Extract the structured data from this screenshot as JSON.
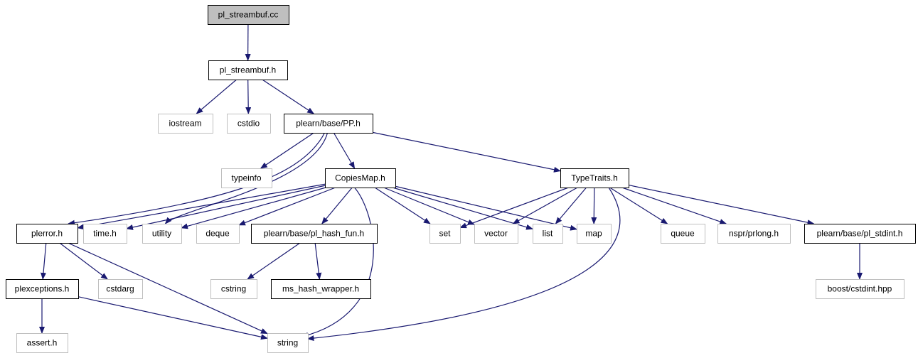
{
  "colors": {
    "edge": "#191970",
    "root_fill": "#bfbfbf",
    "node_stroke_black": "#000000",
    "node_stroke_grey": "#bfbfbf",
    "node_fill": "#ffffff",
    "text": "#000000"
  },
  "nodes": [
    {
      "id": "root",
      "label": "pl_streambuf.cc",
      "style": "root"
    },
    {
      "id": "plsb_h",
      "label": "pl_streambuf.h",
      "style": "black"
    },
    {
      "id": "iostream",
      "label": "iostream",
      "style": "grey"
    },
    {
      "id": "cstdio",
      "label": "cstdio",
      "style": "grey"
    },
    {
      "id": "pp_h",
      "label": "plearn/base/PP.h",
      "style": "black"
    },
    {
      "id": "typeinfo",
      "label": "typeinfo",
      "style": "grey"
    },
    {
      "id": "copiesmap",
      "label": "CopiesMap.h",
      "style": "black"
    },
    {
      "id": "typetraits",
      "label": "TypeTraits.h",
      "style": "black"
    },
    {
      "id": "plerror",
      "label": "plerror.h",
      "style": "black"
    },
    {
      "id": "time_h",
      "label": "time.h",
      "style": "grey"
    },
    {
      "id": "utility",
      "label": "utility",
      "style": "grey"
    },
    {
      "id": "deque",
      "label": "deque",
      "style": "grey"
    },
    {
      "id": "hashfun",
      "label": "plearn/base/pl_hash_fun.h",
      "style": "black"
    },
    {
      "id": "set",
      "label": "set",
      "style": "grey"
    },
    {
      "id": "vector",
      "label": "vector",
      "style": "grey"
    },
    {
      "id": "list",
      "label": "list",
      "style": "grey"
    },
    {
      "id": "map",
      "label": "map",
      "style": "grey"
    },
    {
      "id": "queue",
      "label": "queue",
      "style": "grey"
    },
    {
      "id": "prlong",
      "label": "nspr/prlong.h",
      "style": "grey"
    },
    {
      "id": "stdint",
      "label": "plearn/base/pl_stdint.h",
      "style": "black"
    },
    {
      "id": "plexceptions",
      "label": "plexceptions.h",
      "style": "black"
    },
    {
      "id": "cstdarg",
      "label": "cstdarg",
      "style": "grey"
    },
    {
      "id": "cstring",
      "label": "cstring",
      "style": "grey"
    },
    {
      "id": "mshash",
      "label": "ms_hash_wrapper.h",
      "style": "black"
    },
    {
      "id": "boostcstdint",
      "label": "boost/cstdint.hpp",
      "style": "grey"
    },
    {
      "id": "assert_h",
      "label": "assert.h",
      "style": "grey"
    },
    {
      "id": "string",
      "label": "string",
      "style": "grey"
    }
  ],
  "edges": [
    {
      "from": "root",
      "to": "plsb_h"
    },
    {
      "from": "plsb_h",
      "to": "iostream"
    },
    {
      "from": "plsb_h",
      "to": "cstdio"
    },
    {
      "from": "plsb_h",
      "to": "pp_h"
    },
    {
      "from": "pp_h",
      "to": "typeinfo"
    },
    {
      "from": "pp_h",
      "to": "copiesmap"
    },
    {
      "from": "pp_h",
      "to": "typetraits"
    },
    {
      "from": "pp_h",
      "to": "plerror",
      "curve": true
    },
    {
      "from": "pp_h",
      "to": "utility",
      "curve": true
    },
    {
      "from": "copiesmap",
      "to": "plerror"
    },
    {
      "from": "copiesmap",
      "to": "time_h"
    },
    {
      "from": "copiesmap",
      "to": "utility"
    },
    {
      "from": "copiesmap",
      "to": "deque"
    },
    {
      "from": "copiesmap",
      "to": "hashfun"
    },
    {
      "from": "copiesmap",
      "to": "set"
    },
    {
      "from": "copiesmap",
      "to": "vector"
    },
    {
      "from": "copiesmap",
      "to": "list"
    },
    {
      "from": "copiesmap",
      "to": "map"
    },
    {
      "from": "copiesmap",
      "to": "string",
      "curve": true
    },
    {
      "from": "typetraits",
      "to": "set"
    },
    {
      "from": "typetraits",
      "to": "vector"
    },
    {
      "from": "typetraits",
      "to": "list"
    },
    {
      "from": "typetraits",
      "to": "map"
    },
    {
      "from": "typetraits",
      "to": "queue"
    },
    {
      "from": "typetraits",
      "to": "prlong"
    },
    {
      "from": "typetraits",
      "to": "stdint"
    },
    {
      "from": "typetraits",
      "to": "string",
      "curve": true
    },
    {
      "from": "plerror",
      "to": "plexceptions"
    },
    {
      "from": "plerror",
      "to": "cstdarg"
    },
    {
      "from": "plerror",
      "to": "string"
    },
    {
      "from": "hashfun",
      "to": "cstring"
    },
    {
      "from": "hashfun",
      "to": "mshash"
    },
    {
      "from": "stdint",
      "to": "boostcstdint"
    },
    {
      "from": "plexceptions",
      "to": "assert_h"
    },
    {
      "from": "plexceptions",
      "to": "string"
    }
  ]
}
